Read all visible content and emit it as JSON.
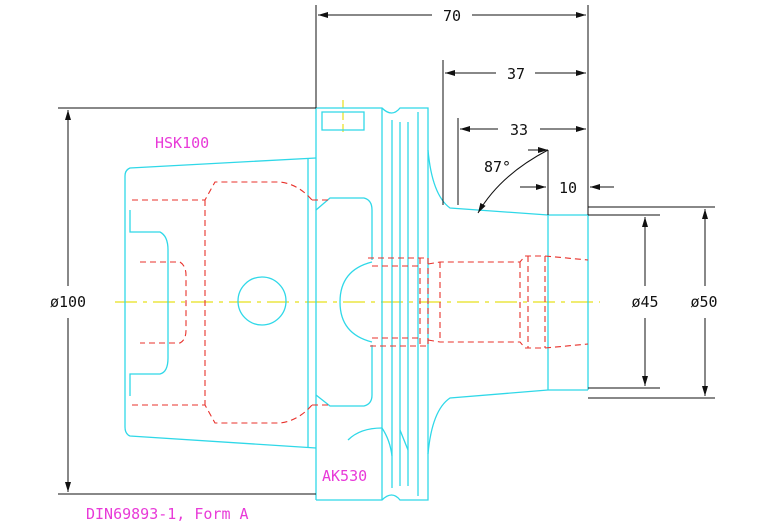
{
  "labels": {
    "holder_type": "HSK100",
    "adapter_type": "AK530",
    "standard": "DIN69893-1, Form A"
  },
  "dimensions": {
    "length_total": "70",
    "length_37": "37",
    "length_33": "33",
    "length_10": "10",
    "angle": "87°",
    "dia_100": "ø100",
    "dia_45": "ø45",
    "dia_50": "ø50"
  },
  "colors": {
    "outline": "#2fd8e8",
    "hidden": "#e8312b",
    "centerline": "#e8e01c",
    "dimension": "#111111",
    "annotation": "#e83ad8"
  }
}
